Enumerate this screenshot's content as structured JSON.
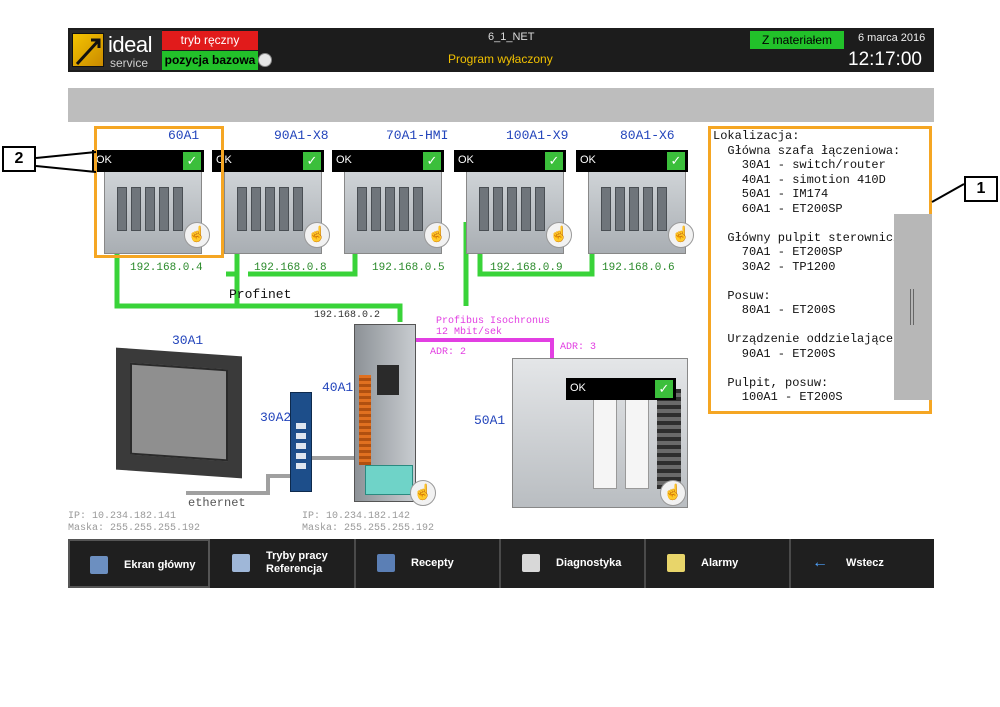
{
  "header": {
    "logo_word1": "ideal",
    "logo_word2": "service",
    "mode_manual": "tryb ręczny",
    "mode_base": "pozycja bazowa",
    "project": "6_1_NET",
    "program_status": "Program wyłaczony",
    "material": "Z materiałem",
    "date": "6 marca 2016",
    "time": "12:17:00"
  },
  "devices": [
    {
      "label": "60A1",
      "status": "OK",
      "ip": "192.168.0.4"
    },
    {
      "label": "90A1-X8",
      "status": "OK",
      "ip": "192.168.0.8"
    },
    {
      "label": "70A1-HMI",
      "status": "OK",
      "ip": "192.168.0.5"
    },
    {
      "label": "100A1-X9",
      "status": "OK",
      "ip": "192.168.0.9"
    },
    {
      "label": "80A1-X6",
      "status": "OK",
      "ip": "192.168.0.6"
    }
  ],
  "network": {
    "profinet_label": "Profinet",
    "profinet_ip": "192.168.0.2",
    "profibus_line1": "Profibus Isochronus",
    "profibus_line2": "12 Mbit/sek",
    "adr2": "ADR: 2",
    "adr3": "ADR: 3",
    "ethernet_label": "ethernet"
  },
  "hmi_30a1": {
    "label": "30A1",
    "ip": "IP: 10.234.182.141",
    "mask": "Maska: 255.255.255.192"
  },
  "switch_30a2": {
    "label": "30A2"
  },
  "cpu_40a1": {
    "label": "40A1",
    "ip": "IP: 10.234.182.142",
    "mask": "Maska: 255.255.255.192"
  },
  "rack_50a1": {
    "label": "50A1",
    "status": "OK"
  },
  "location_panel": {
    "lines": [
      "Lokalizacja:",
      "  Główna szafa łączeniowa:",
      "    30A1 - switch/router",
      "    40A1 - simotion 410D",
      "    50A1 - IM174",
      "    60A1 - ET200SP",
      "",
      "  Główny pulpit sterowniczy:",
      "    70A1 - ET200SP",
      "    30A2 - TP1200",
      "",
      "  Posuw:",
      "    80A1 - ET200S",
      "",
      "  Urządzenie oddzielające:",
      "    90A1 - ET200S",
      "",
      "  Pulpit, posuw:",
      "    100A1 - ET200S"
    ]
  },
  "nav": [
    {
      "label": "Ekran główny",
      "icon": "cube-icon"
    },
    {
      "label_line1": "Tryby pracy",
      "label_line2": "Referencja",
      "icon": "mode-icon"
    },
    {
      "label": "Recepty",
      "icon": "recipe-icon"
    },
    {
      "label": "Diagnostyka",
      "icon": "stethoscope-icon"
    },
    {
      "label": "Alarmy",
      "icon": "alarm-icon"
    },
    {
      "label": "Wstecz",
      "icon": "back-arrow-icon"
    }
  ],
  "callouts": {
    "one": "1",
    "two": "2"
  },
  "colors": {
    "profinet": "#39d339",
    "profibus": "#e23fe2",
    "ethernet": "#a0a0a0",
    "highlight": "#f5a623",
    "ok_green": "#3bbf3b"
  }
}
